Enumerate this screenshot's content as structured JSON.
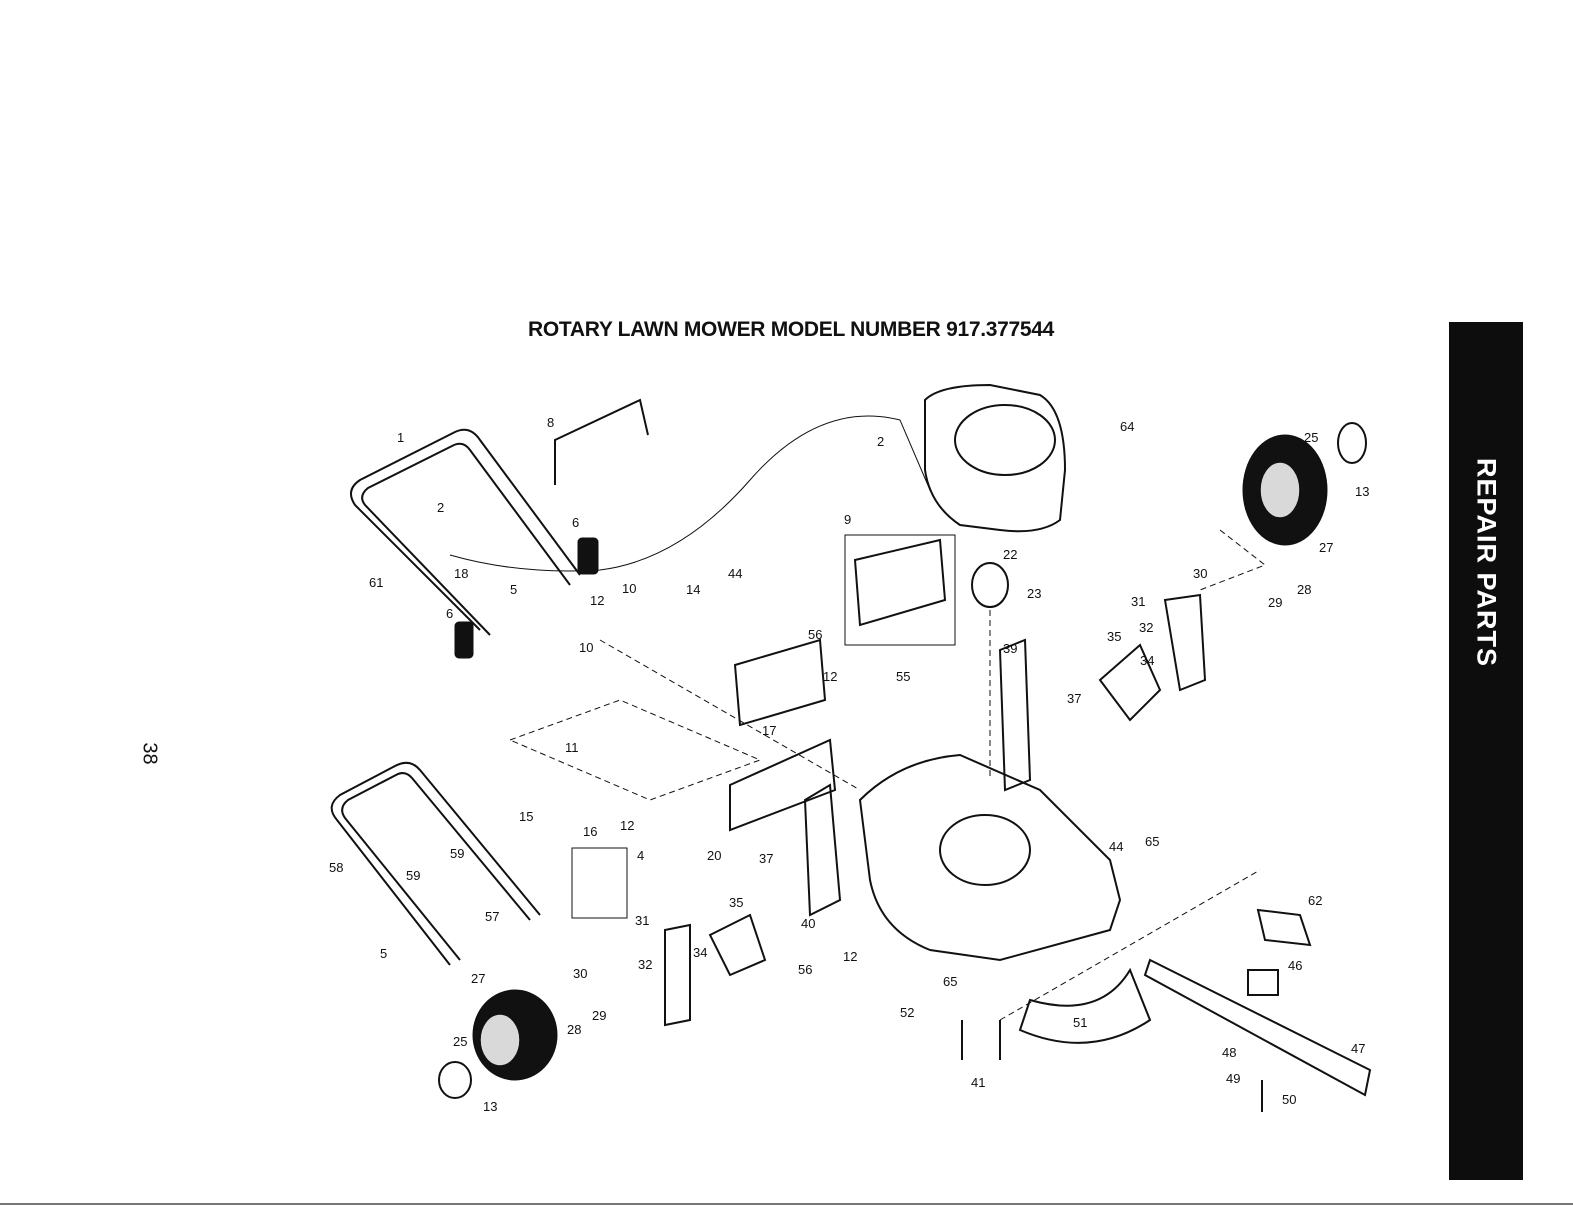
{
  "header": {
    "title": "ROTARY LAWN MOWER MODEL NUMBER 917.377544"
  },
  "side_tab": {
    "label": "REPAIR PARTS"
  },
  "page": {
    "number": "38"
  },
  "callouts": [
    "1",
    "2",
    "2",
    "4",
    "5",
    "5",
    "6",
    "6",
    "8",
    "9",
    "10",
    "10",
    "11",
    "12",
    "12",
    "12",
    "12",
    "13",
    "13",
    "14",
    "15",
    "16",
    "17",
    "18",
    "20",
    "22",
    "23",
    "25",
    "25",
    "27",
    "27",
    "28",
    "28",
    "29",
    "29",
    "30",
    "30",
    "31",
    "31",
    "32",
    "32",
    "34",
    "34",
    "35",
    "35",
    "37",
    "37",
    "39",
    "40",
    "41",
    "44",
    "44",
    "46",
    "47",
    "48",
    "49",
    "50",
    "51",
    "52",
    "55",
    "56",
    "56",
    "57",
    "58",
    "59",
    "59",
    "61",
    "62",
    "64",
    "65",
    "65"
  ],
  "colors": {
    "ink": "#111111",
    "tab_background": "#0d0d0d",
    "tab_text": "#ffffff"
  }
}
